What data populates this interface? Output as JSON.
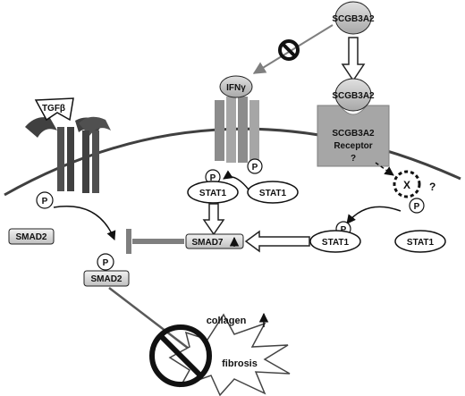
{
  "diagram": {
    "ligand_top": "SCGB3A2",
    "ligand_bound": "SCGB3A2",
    "receptor_line1": "SCGB3A2",
    "receptor_line2": "Receptor",
    "receptor_question": "?",
    "ifn": "IFNγ",
    "tgf": "TGFβ",
    "stat1_left_bound": "STAT1",
    "stat1_left_free": "STAT1",
    "stat1_right_bound": "STAT1",
    "stat1_right_free": "STAT1",
    "smad7": "SMAD7",
    "smad2_membrane": "SMAD2",
    "smad2_cyto": "SMAD2",
    "phospho": "P",
    "unknown_x": "X",
    "unknown_q": "?",
    "collagen": "collagen",
    "fibrosis": "fibrosis",
    "colors": {
      "gray_fill": "#a6a6a6",
      "dark_gray": "#595959",
      "light_fill": "#d9d9d9",
      "inhibit_bar": "#7f7f7f"
    }
  }
}
